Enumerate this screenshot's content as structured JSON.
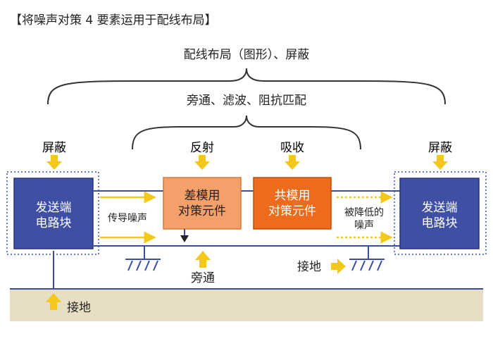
{
  "heading": "【将噪声对策 4 要素运用于配线布局】",
  "top_brace_label": "配线布局（图形）、屏蔽",
  "mid_brace_label": "旁通、滤波、阻抗匹配",
  "labels": {
    "shield_left": "屏蔽",
    "reflection": "反射",
    "absorption": "吸收",
    "shield_right": "屏蔽",
    "conducted_noise": "传导噪声",
    "reduced_noise_line1": "被降低的",
    "reduced_noise_line2": "噪声",
    "bypass": "旁通",
    "ground_right": "接地",
    "ground_bottom": "接地"
  },
  "blocks": {
    "tx_left": {
      "line1": "发送端",
      "line2": "电路块"
    },
    "diff_mode": {
      "line1": "差模用",
      "line2": "对策元件"
    },
    "common_mode": {
      "line1": "共模用",
      "line2": "对策元件"
    },
    "tx_right": {
      "line1": "发送端",
      "line2": "电路块"
    }
  },
  "colors": {
    "block_blue": "#3f4fa3",
    "diff_orange": "#f4a06a",
    "common_orange": "#ee6a1c",
    "arrow_yellow": "#f3c81a",
    "line_blue": "#3a4ea0",
    "ground_band": "#e7dec4",
    "brace": "#333333"
  }
}
